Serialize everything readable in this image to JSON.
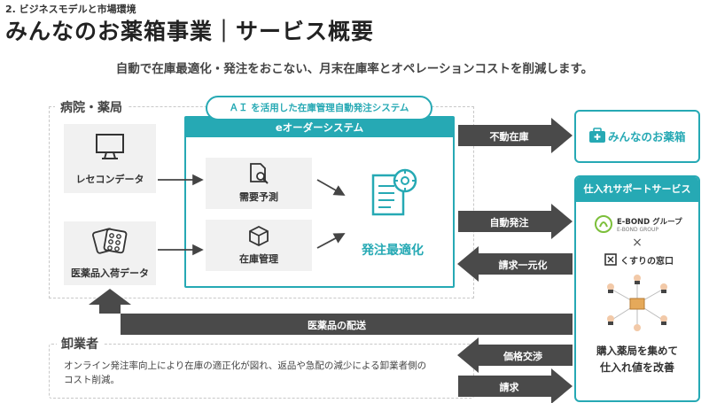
{
  "header": {
    "section": "2. ビジネスモデルと市場環境",
    "title": "みんなのお薬箱事業｜サービス概要",
    "subtitle": "自動で在庫最適化・発注をおこない、月末在庫率とオペレーションコストを削減します。"
  },
  "hospital": {
    "label": "病院・薬局",
    "receipt": "レセコンデータ",
    "arrival": "医薬品入荷データ"
  },
  "system": {
    "ai_banner": "ＡＩ を活用した在庫管理自動発注システム",
    "name": "eオーダーシステム",
    "demand": "需要予測",
    "inventory": "在庫管理",
    "optimize": "発注最適化"
  },
  "arrows": {
    "dead_stock": "不動在庫",
    "auto_order": "自動発注",
    "billing": "請求一元化",
    "delivery": "医薬品の配送",
    "price": "価格交渉",
    "request": "請求"
  },
  "minna": {
    "logo": "みんなのお薬箱"
  },
  "support": {
    "title": "仕入れサポートサービス",
    "ebond": "E-BOND グループ",
    "ebond_sub": "E-BOND GROUP",
    "cross": "×",
    "kusuri": "くすりの窓口",
    "caption1": "購入薬局を集めて",
    "caption2": "仕入れ値を改善"
  },
  "wholesale": {
    "label": "卸業者",
    "text1": "オンライン発注率向上により在庫の適正化が図れ、返品や急配の減少による卸業者側の",
    "text2": "コスト削減。"
  },
  "colors": {
    "teal": "#26a9b4",
    "arrow": "#4a4a4a",
    "gray_box": "#f1f1f1"
  }
}
